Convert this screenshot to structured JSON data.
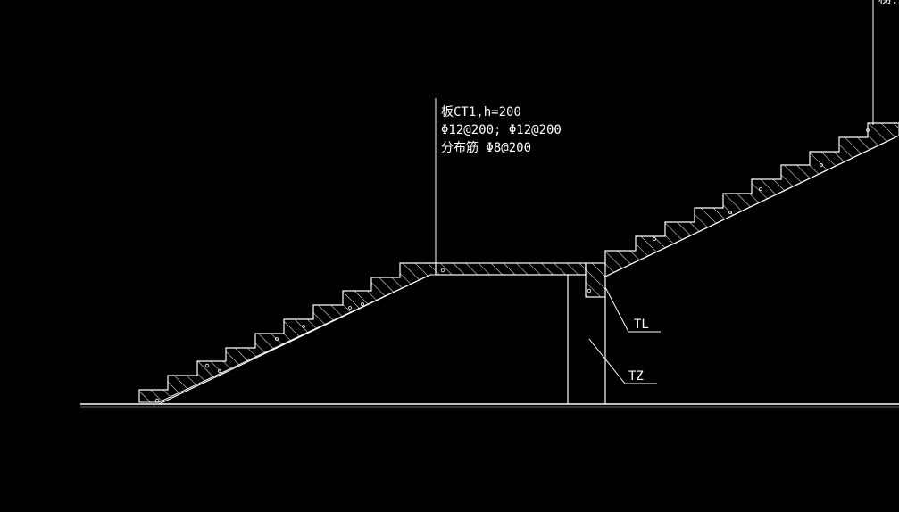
{
  "drawing": {
    "line_color": "#ffffff",
    "background": "#000000",
    "slab_note": {
      "line1": "板CT1,h=200",
      "line2": "Φ12@200;    Φ12@200",
      "line3": "分布筋 Φ8@200"
    },
    "tags": {
      "beam": "TL",
      "column": "TZ"
    },
    "corner_fragment": "梯..."
  }
}
